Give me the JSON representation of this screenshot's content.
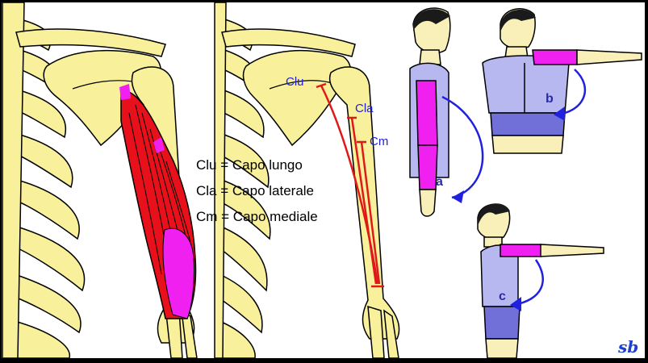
{
  "legend": [
    "Clu = Capo lungo",
    "Cla = Capo laterale",
    "Cm = Capo mediale"
  ],
  "origin_labels": {
    "long_head": "Clu",
    "lateral_head": "Cla",
    "medial_head": "Cm"
  },
  "movements": {
    "a": "a",
    "b": "b",
    "c": "c"
  },
  "signature": "sb",
  "colors": {
    "background": "#000000",
    "panel": "#ffffff",
    "bone": "#f8f09a",
    "bone_outline": "#000000",
    "muscle": "#e8101a",
    "tendon": "#f020f0",
    "shirt": "#b8b8f0",
    "shorts": "#7070d8",
    "skin": "#f8f0b8",
    "arrow": "#2020e0",
    "muscle_line": "#e01818"
  }
}
